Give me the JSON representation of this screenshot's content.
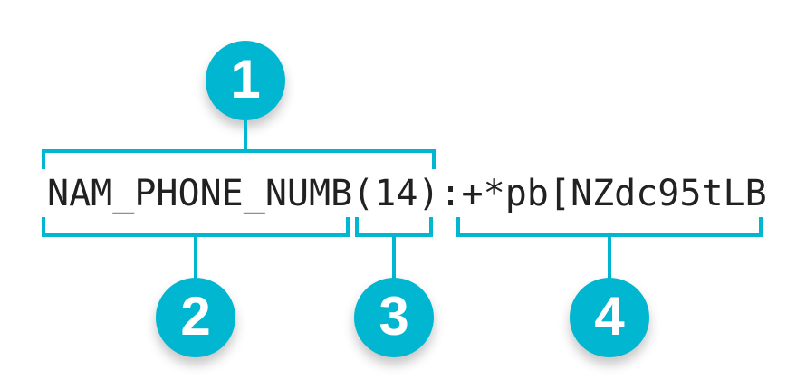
{
  "diagram": {
    "full_string": "NAM_PHONE_NUMB(14):+*pb[NZdc95tLB",
    "separator": ":",
    "accent_color": "#00b6d0",
    "text_color": "#212121",
    "background_color": "#ffffff",
    "callouts": [
      {
        "number": "1",
        "segment": "NAM_PHONE_NUMB(14)",
        "bracket_position": "above-text"
      },
      {
        "number": "2",
        "segment": "NAM_PHONE_NUMB",
        "bracket_position": "below-text"
      },
      {
        "number": "3",
        "segment": "(14)",
        "bracket_position": "below-text"
      },
      {
        "number": "4",
        "segment": "+*pb[NZdc95tLB",
        "bracket_position": "below-text"
      }
    ]
  }
}
